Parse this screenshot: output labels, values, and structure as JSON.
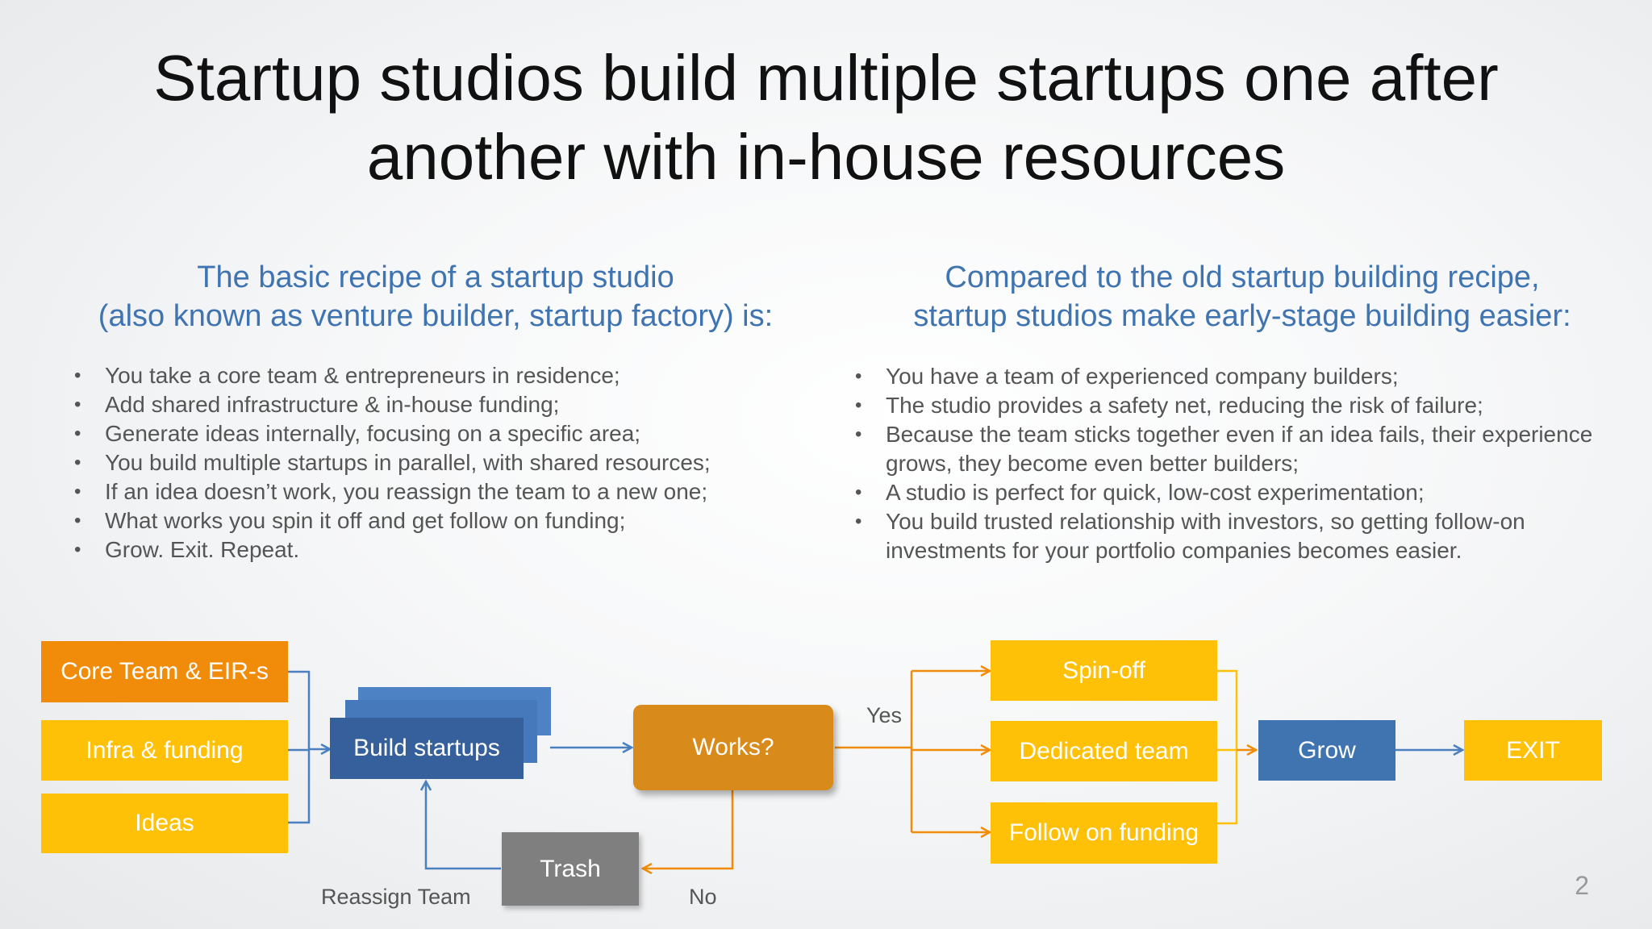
{
  "title": {
    "line1": "Startup studios build multiple startups one after",
    "line2": "another with in-house resources"
  },
  "left_column": {
    "heading_line1": "The basic recipe of a startup studio",
    "heading_line2": "(also known as venture builder, startup factory) is:",
    "items": [
      "You take a core team & entrepreneurs in residence;",
      "Add shared infrastructure & in-house funding;",
      "Generate ideas internally, focusing on a specific area;",
      "You build multiple startups in parallel, with shared resources;",
      "If an idea doesn’t work, you reassign the team to a new one;",
      "What works you spin it off and get follow on funding;",
      "Grow. Exit. Repeat."
    ]
  },
  "right_column": {
    "heading_line1": "Compared to the old startup building recipe,",
    "heading_line2": "startup studios make early-stage building easier:",
    "items": [
      "You have a team of experienced company builders;",
      "The studio provides a safety net, reducing the risk of failure;",
      "Because the team sticks together even if an idea fails, their experience grows, they become even better builders;",
      "A studio is perfect for quick, low-cost experimentation;",
      "You build trusted relationship with investors, so getting follow-on investments for your portfolio companies becomes easier."
    ]
  },
  "diagram": {
    "core_team": "Core Team & EIR-s",
    "infra": "Infra & funding",
    "ideas": "Ideas",
    "build": "Build startups",
    "works": "Works?",
    "trash": "Trash",
    "reassign": "Reassign Team",
    "yes": "Yes",
    "no": "No",
    "spinoff": "Spin-off",
    "dedicated": "Dedicated team",
    "follow": "Follow on funding",
    "grow": "Grow",
    "exit": "EXIT"
  },
  "colors": {
    "orange": "#f08c0a",
    "yellow": "#ffc107",
    "blue": "#3f74b0",
    "gray": "#7f7f7f",
    "heading_blue": "#3f74b0"
  },
  "page_number": "2"
}
